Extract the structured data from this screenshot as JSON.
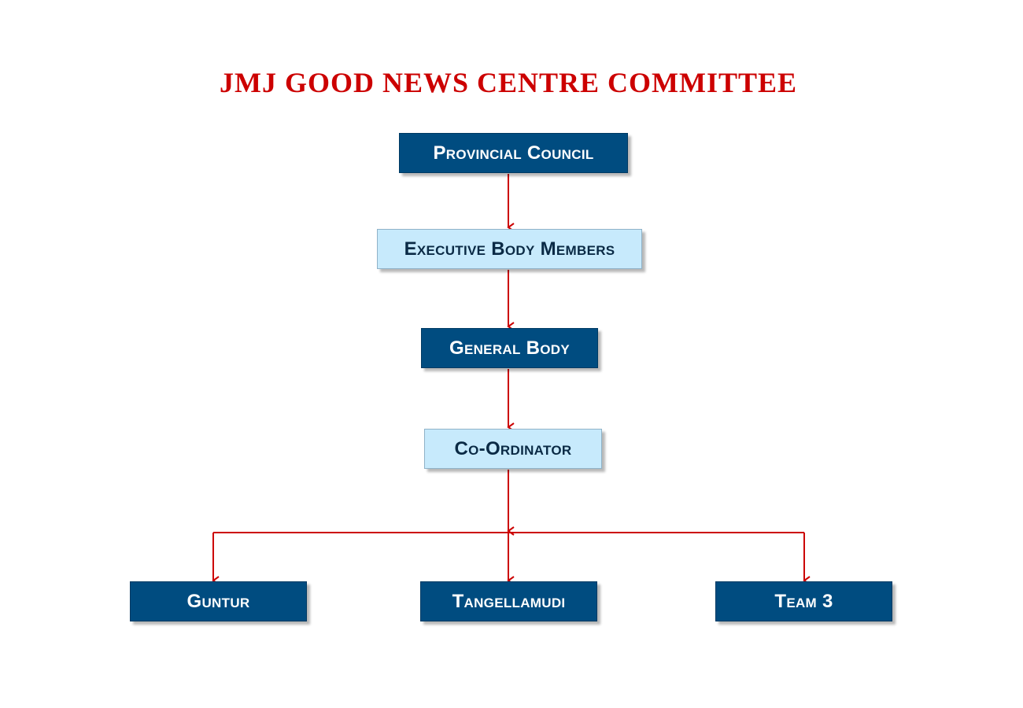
{
  "title": "JMJ GOOD NEWS CENTRE COMMITTEE",
  "colors": {
    "title": "#cc0000",
    "connector": "#cc0000",
    "dark_box": "#004c80",
    "light_box": "#c7eafc"
  },
  "nodes": {
    "provincial_council": "Provincial Council",
    "executive_body": "Executive Body Members",
    "general_body": "General Body",
    "coordinator": "Co-Ordinator",
    "guntur": "Guntur",
    "tangellamudi": "Tangellamudi",
    "team3": "Team 3"
  }
}
